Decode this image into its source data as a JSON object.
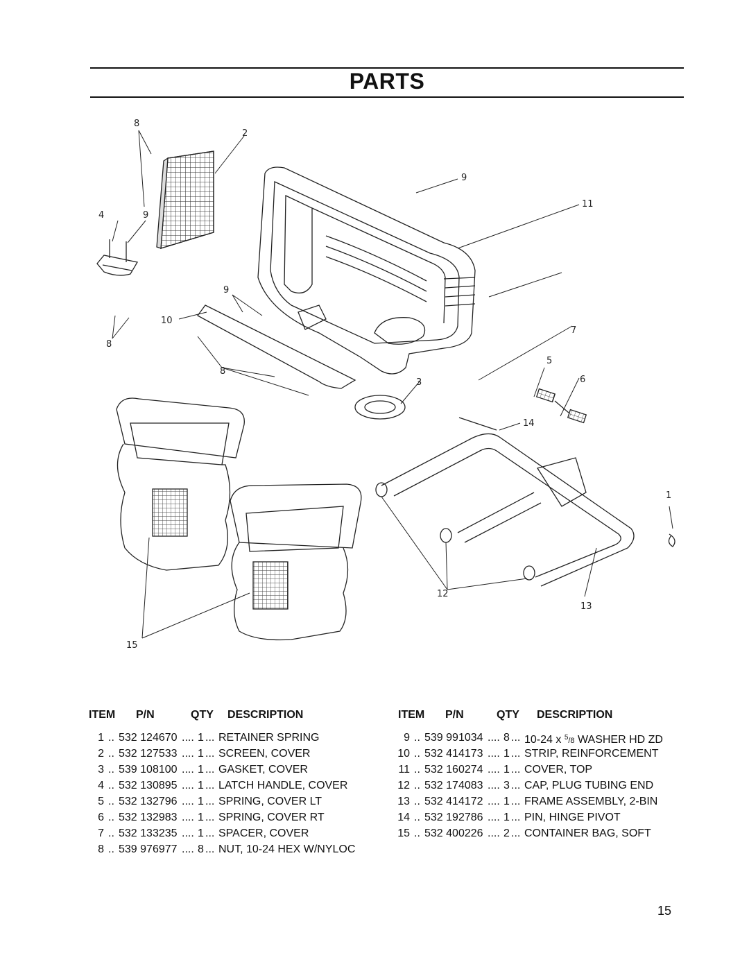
{
  "header": {
    "title": "PARTS"
  },
  "diagram": {
    "callouts": [
      "8",
      "2",
      "9",
      "11",
      "4",
      "9",
      "9",
      "10",
      "8",
      "7",
      "8",
      "5",
      "6",
      "3",
      "14",
      "1",
      "12",
      "13",
      "15"
    ]
  },
  "table": {
    "headers": {
      "item": "ITEM",
      "pn": "P/N",
      "qty": "QTY",
      "description": "DESCRIPTION"
    },
    "left": [
      {
        "item": "1",
        "dots1": "..",
        "pn": "532 124670",
        "dots2": "....",
        "qty": "1",
        "dots3": "...",
        "description": "RETAINER SPRING"
      },
      {
        "item": "2",
        "dots1": "..",
        "pn": "532 127533",
        "dots2": "....",
        "qty": "1",
        "dots3": "...",
        "description": "SCREEN, COVER"
      },
      {
        "item": "3",
        "dots1": "..",
        "pn": "539 108100",
        "dots2": "....",
        "qty": "1",
        "dots3": "...",
        "description": "GASKET, COVER"
      },
      {
        "item": "4",
        "dots1": "..",
        "pn": "532 130895",
        "dots2": "....",
        "qty": "1",
        "dots3": "...",
        "description": "LATCH HANDLE, COVER"
      },
      {
        "item": "5",
        "dots1": "..",
        "pn": "532 132796",
        "dots2": "....",
        "qty": "1",
        "dots3": "...",
        "description": "SPRING, COVER LT"
      },
      {
        "item": "6",
        "dots1": "..",
        "pn": "532 132983",
        "dots2": "....",
        "qty": "1",
        "dots3": "...",
        "description": "SPRING, COVER RT"
      },
      {
        "item": "7",
        "dots1": "..",
        "pn": "532 133235",
        "dots2": "....",
        "qty": "1",
        "dots3": "...",
        "description": "SPACER, COVER"
      },
      {
        "item": "8",
        "dots1": "..",
        "pn": "539 976977",
        "dots2": "....",
        "qty": "8",
        "dots3": "...",
        "description": "NUT, 10-24 HEX W/NYLOC"
      }
    ],
    "right": [
      {
        "item": "9",
        "dots1": "..",
        "pn": "539 991034",
        "dots2": "....",
        "qty": "8",
        "dots3": "...",
        "description_pre": "10-24 x ",
        "fraction_num": "5",
        "fraction_den": "/8",
        "description_post": " WASHER HD ZD"
      },
      {
        "item": "10",
        "dots1": "..",
        "pn": "532 414173",
        "dots2": "....",
        "qty": "1",
        "dots3": "...",
        "description": "STRIP, REINFORCEMENT"
      },
      {
        "item": "11",
        "dots1": "..",
        "pn": "532 160274",
        "dots2": "....",
        "qty": "1",
        "dots3": "...",
        "description": "COVER, TOP"
      },
      {
        "item": "12",
        "dots1": "..",
        "pn": "532 174083",
        "dots2": "....",
        "qty": "3",
        "dots3": "...",
        "description": "CAP, PLUG TUBING END"
      },
      {
        "item": "13",
        "dots1": "..",
        "pn": "532 414172",
        "dots2": "....",
        "qty": "1",
        "dots3": "...",
        "description": "FRAME ASSEMBLY, 2-BIN"
      },
      {
        "item": "14",
        "dots1": "..",
        "pn": "532 192786",
        "dots2": "....",
        "qty": "1",
        "dots3": "...",
        "description": "PIN, HINGE PIVOT"
      },
      {
        "item": "15",
        "dots1": "..",
        "pn": "532 400226",
        "dots2": "....",
        "qty": "2",
        "dots3": "...",
        "description": "CONTAINER BAG, SOFT"
      }
    ]
  },
  "footer": {
    "page_number": "15"
  }
}
